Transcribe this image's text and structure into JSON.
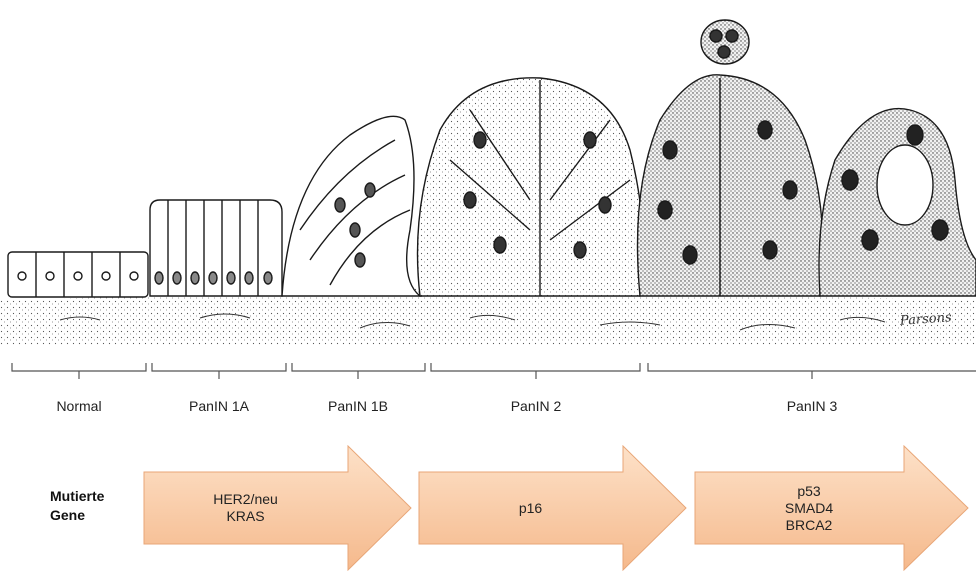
{
  "stages": [
    {
      "label": "Normal"
    },
    {
      "label": "PanIN 1A"
    },
    {
      "label": "PanIN 1B"
    },
    {
      "label": "PanIN 2"
    },
    {
      "label": "PanIN 3"
    }
  ],
  "genes": {
    "title_line1": "Mutierte",
    "title_line2": "Gene",
    "arrows": [
      {
        "lines": [
          "HER2/neu",
          "KRAS"
        ]
      },
      {
        "lines": [
          "p16"
        ]
      },
      {
        "lines": [
          "p53",
          "SMAD4",
          "BRCA2"
        ]
      }
    ]
  },
  "colors": {
    "arrow_fill_top": "#fde1c8",
    "arrow_fill_bottom": "#f5b98c",
    "arrow_stroke": "#e8a677",
    "ink": "#1a1a1a"
  }
}
